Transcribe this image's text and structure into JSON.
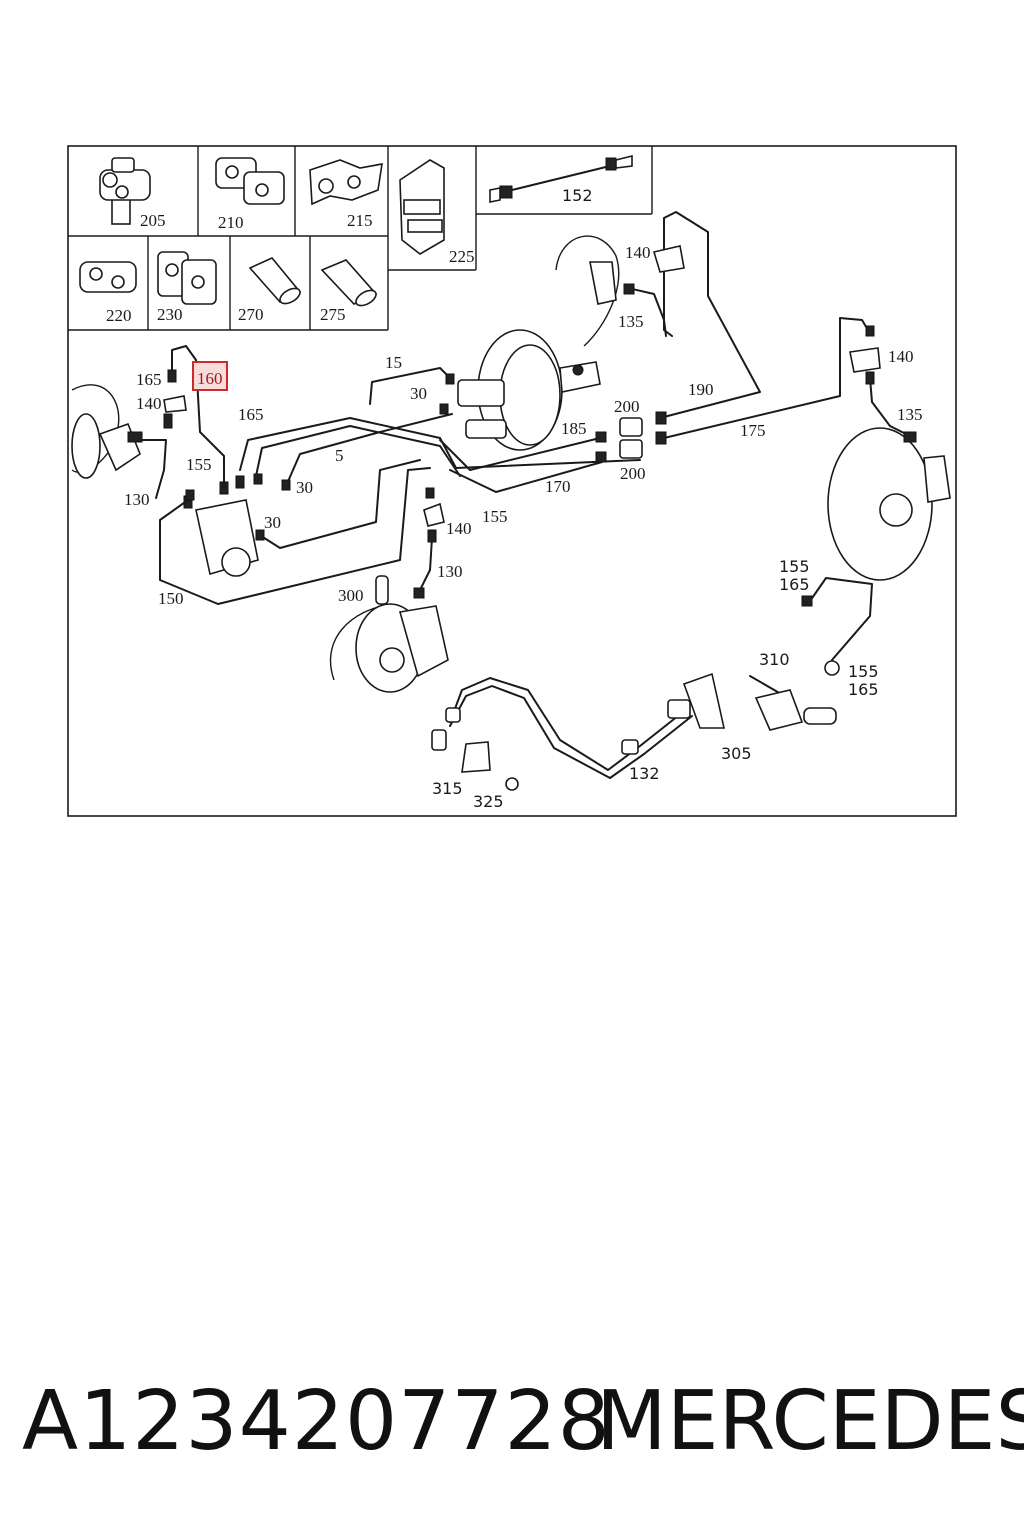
{
  "inset_labels": {
    "c205": "205",
    "c210": "210",
    "c215": "215",
    "c225": "225",
    "c220": "220",
    "c230": "230",
    "c270": "270",
    "c275": "275",
    "c152": "152"
  },
  "labels": {
    "l160": "160",
    "l165a": "165",
    "l140a": "140",
    "l130a": "130",
    "l155a": "155",
    "l165b": "165",
    "l150": "150",
    "l30a": "30",
    "l30b": "30",
    "l30c": "30",
    "l5": "5",
    "l15": "15",
    "l185": "185",
    "l170": "170",
    "l200a": "200",
    "l200b": "200",
    "l190": "190",
    "l175": "175",
    "l140b": "140",
    "l135a": "135",
    "l140c": "140",
    "l135b": "135",
    "l155b": "155",
    "l140d": "140",
    "l130b": "130",
    "l300": "300",
    "l155c": "155",
    "l165c": "165",
    "l310": "310",
    "l155d": "155",
    "l165d": "165",
    "l305": "305",
    "l132": "132",
    "l315": "315",
    "l325": "325"
  },
  "footer": {
    "part_number": "A1234207728",
    "brand": "MERCEDES"
  },
  "colors": {
    "highlight_border": "#cc2b2b",
    "highlight_fill": "#f8dcdc",
    "line": "#1a1a1a"
  }
}
